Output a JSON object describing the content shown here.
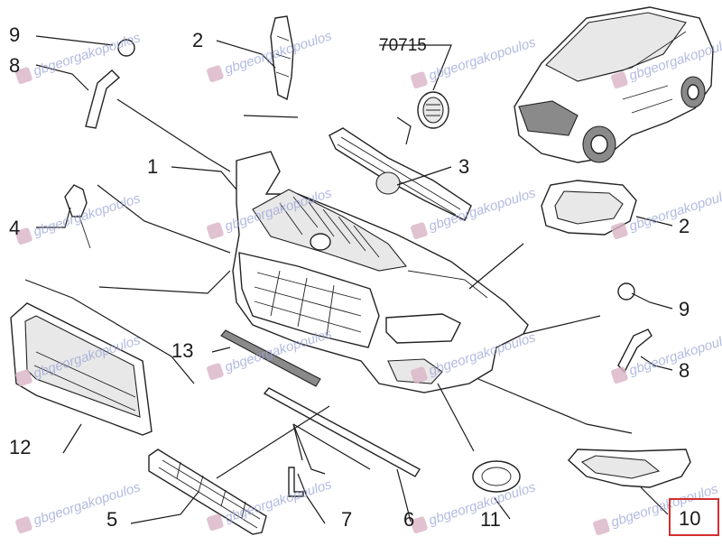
{
  "callouts": {
    "c1": "1",
    "c2a": "2",
    "c2b": "2",
    "c3": "3",
    "c4": "4",
    "c5": "5",
    "c6": "6",
    "c7": "7",
    "c8a": "8",
    "c8b": "8",
    "c9a": "9",
    "c9b": "9",
    "c10": "10",
    "c11": "11",
    "c12": "12",
    "c13": "13"
  },
  "part_number": "70715",
  "watermark": {
    "text": "gbgeorgakopoulos"
  },
  "highlight_color": "#d32f2f"
}
